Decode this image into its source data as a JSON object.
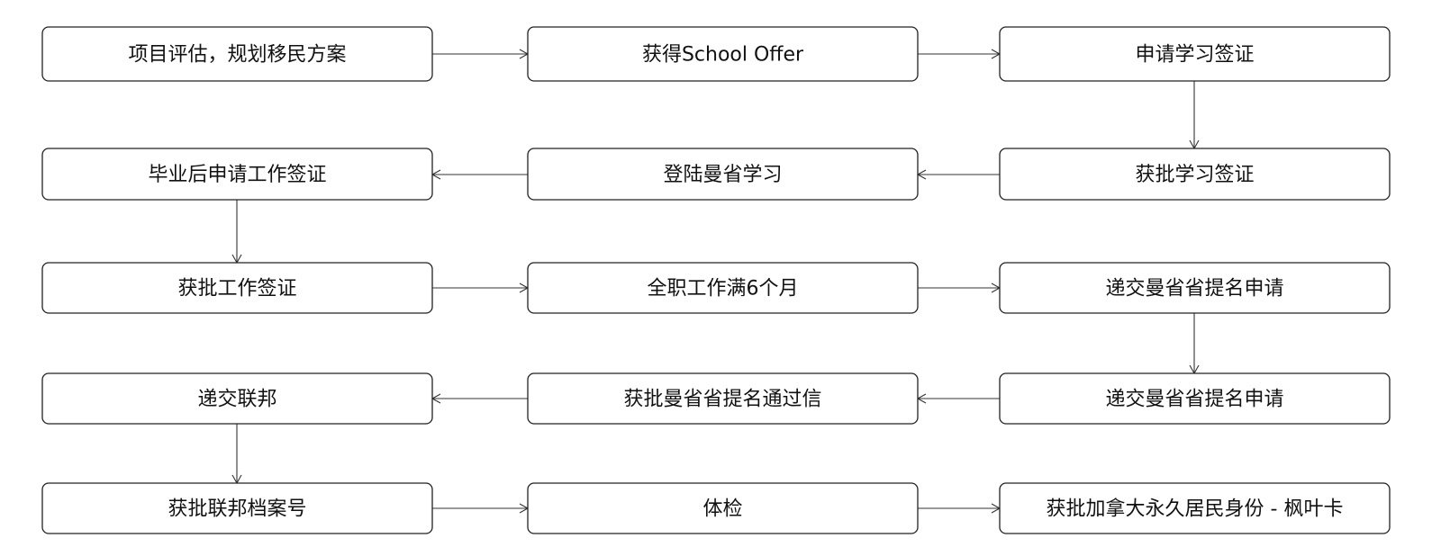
{
  "diagram": {
    "nodes": [
      {
        "id": "n1",
        "label": "项目评估，规划移民方案"
      },
      {
        "id": "n2",
        "label": "获得School Offer"
      },
      {
        "id": "n3",
        "label": "申请学习签证"
      },
      {
        "id": "n4",
        "label": "毕业后申请工作签证"
      },
      {
        "id": "n5",
        "label": "登陆曼省学习"
      },
      {
        "id": "n6",
        "label": "获批学习签证"
      },
      {
        "id": "n7",
        "label": "获批工作签证"
      },
      {
        "id": "n8",
        "label": "全职工作满6个月"
      },
      {
        "id": "n9",
        "label": "递交曼省省提名申请"
      },
      {
        "id": "n10",
        "label": "递交联邦"
      },
      {
        "id": "n11",
        "label": "获批曼省省提名通过信"
      },
      {
        "id": "n12",
        "label": "递交曼省省提名申请"
      },
      {
        "id": "n13",
        "label": "获批联邦档案号"
      },
      {
        "id": "n14",
        "label": "体检"
      },
      {
        "id": "n15",
        "label": "获批加拿大永久居民身份 - 枫叶卡"
      }
    ],
    "edges": [
      {
        "from": "n1",
        "to": "n2"
      },
      {
        "from": "n2",
        "to": "n3"
      },
      {
        "from": "n3",
        "to": "n6"
      },
      {
        "from": "n6",
        "to": "n5"
      },
      {
        "from": "n5",
        "to": "n4"
      },
      {
        "from": "n4",
        "to": "n7"
      },
      {
        "from": "n7",
        "to": "n8"
      },
      {
        "from": "n8",
        "to": "n9"
      },
      {
        "from": "n9",
        "to": "n12"
      },
      {
        "from": "n12",
        "to": "n11"
      },
      {
        "from": "n11",
        "to": "n10"
      },
      {
        "from": "n10",
        "to": "n13"
      },
      {
        "from": "n13",
        "to": "n14"
      },
      {
        "from": "n14",
        "to": "n15"
      }
    ]
  }
}
